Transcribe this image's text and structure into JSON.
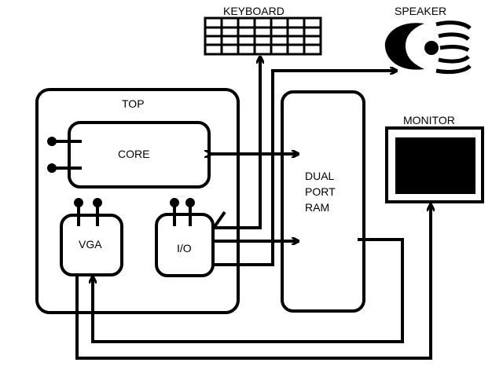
{
  "labels": {
    "keyboard": "KEYBOARD",
    "speaker": "SPEAKER",
    "top": "TOP",
    "core": "CORE",
    "vga": "VGA",
    "io": "I/O",
    "ram_line1": "DUAL",
    "ram_line2": "PORT",
    "ram_line3": "RAM",
    "monitor": "MONITOR"
  },
  "colors": {
    "stroke": "#000000",
    "background": "#ffffff"
  },
  "icons": [
    "keyboard-icon",
    "speaker-icon",
    "monitor-icon"
  ]
}
